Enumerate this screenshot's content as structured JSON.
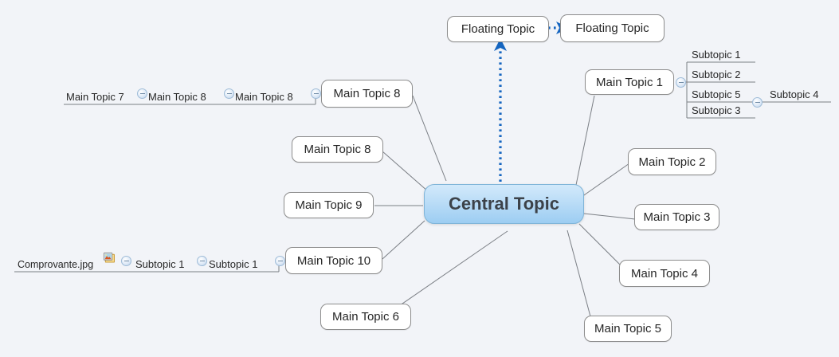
{
  "app": {
    "type": "mind-map",
    "background_color": "#f2f4f8",
    "accent_color": "#1565c0",
    "central_fill": "#bbddf7"
  },
  "central": {
    "label": "Central Topic"
  },
  "floating_topics": [
    {
      "label": "Floating Topic"
    },
    {
      "label": "Floating Topic"
    }
  ],
  "main_topics": [
    {
      "label": "Main Topic 1"
    },
    {
      "label": "Main Topic 2"
    },
    {
      "label": "Main Topic 3"
    },
    {
      "label": "Main Topic 4"
    },
    {
      "label": "Main Topic 5"
    },
    {
      "label": "Main Topic 6"
    },
    {
      "label": "Main Topic 10"
    },
    {
      "label": "Main Topic 9"
    },
    {
      "label": "Main Topic 8"
    },
    {
      "label": "Main Topic 8"
    }
  ],
  "topic1_subtopics": [
    {
      "label": "Subtopic 1"
    },
    {
      "label": "Subtopic 2"
    },
    {
      "label": "Subtopic 5"
    },
    {
      "label": "Subtopic 3"
    }
  ],
  "topic1_sub5_child": {
    "label": "Subtopic 4"
  },
  "topic8_chain": [
    {
      "label": "Main Topic 8"
    },
    {
      "label": "Main Topic 8"
    },
    {
      "label": "Main Topic 7"
    }
  ],
  "topic10_chain": [
    {
      "label": "Subtopic 1"
    },
    {
      "label": "Subtopic 1"
    },
    {
      "label": "Comprovante.jpg"
    }
  ],
  "icons": {
    "attachment": "image-attachment-icon",
    "collapse": "collapse-toggle-icon",
    "arrow": "arrow-relationship-icon"
  }
}
